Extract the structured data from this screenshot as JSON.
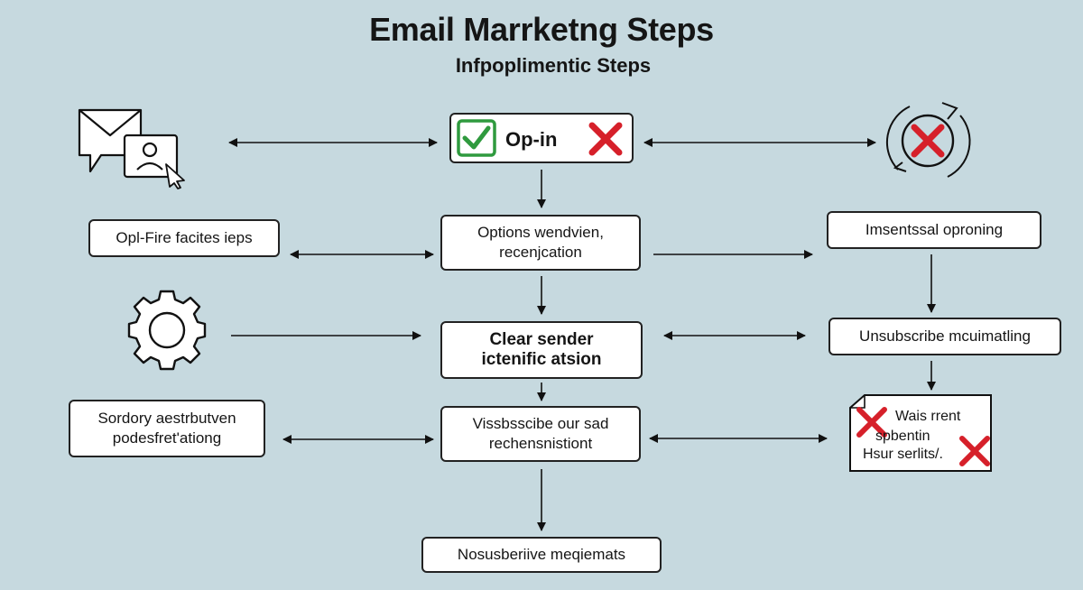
{
  "header": {
    "title": "Email Marrketng Steps",
    "subtitle": "Infpoplimentic Steps"
  },
  "nodes": {
    "optin": "Op-in",
    "left_1": "Opl-Fire facites ieps",
    "center_1": [
      "Options wendvien,",
      "recenjcation"
    ],
    "right_1": "Imsentssal oproning",
    "center_2": [
      "Clear sender",
      "ictenific atsion"
    ],
    "right_2": "Unsubscribe mcuimatling",
    "left_3": [
      "Sordory aestrbutven",
      "podesfret'ationg"
    ],
    "center_3": [
      "Vissbsscibe our sad",
      "rechensnistiont"
    ],
    "right_3_doc": [
      "Wais rrent",
      "spbentin",
      "Hsur serlits/."
    ],
    "bottom": "Nosusberiive meqiemats"
  },
  "icons": [
    "email-user-icon",
    "checkmark-icon",
    "x-mark-icon",
    "refresh-x-icon",
    "gear-icon",
    "document-x-icon"
  ],
  "colors": {
    "background": "#c6d9df",
    "check": "#2f9a3e",
    "cross": "#d6202a"
  }
}
